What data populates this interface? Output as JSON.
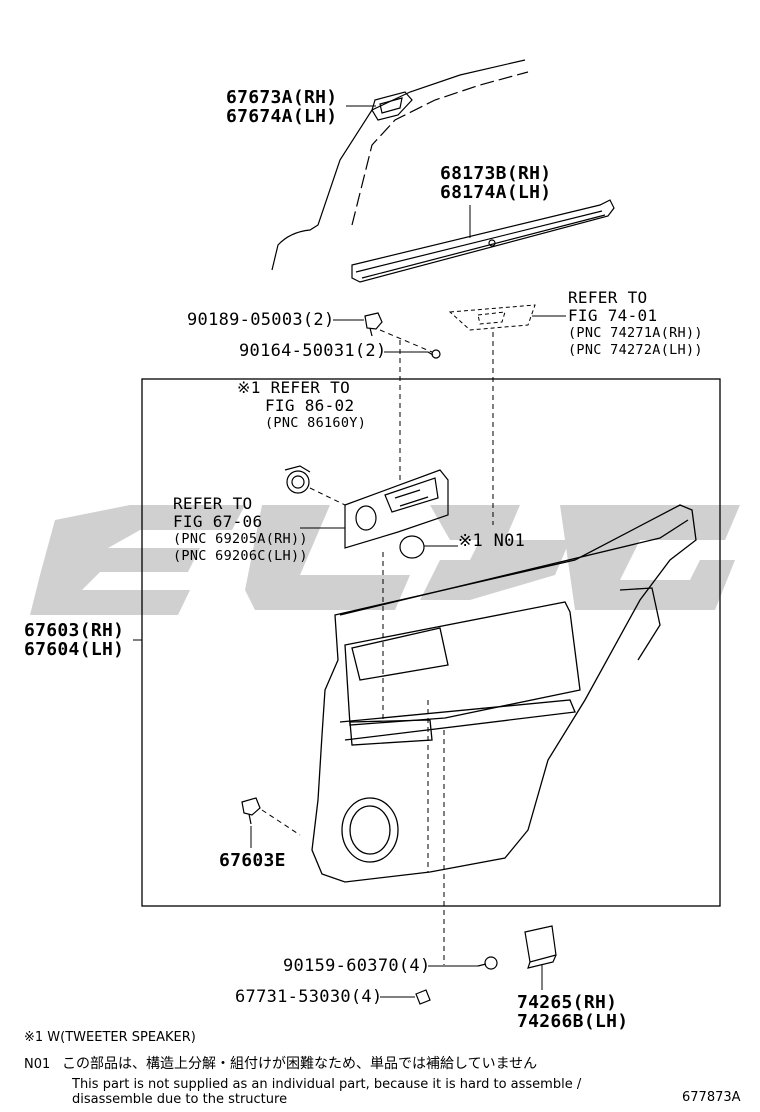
{
  "labels": {
    "p67673": [
      "67673A(RH)",
      "67674A(LH)"
    ],
    "p68173": [
      "68173B(RH)",
      "68174A(LH)"
    ],
    "p90189": "90189-05003(2)",
    "p90164": "90164-50031(2)",
    "ref7401": [
      "REFER TO",
      "FIG 74-01",
      "(PNC 74271A(RH))",
      "(PNC 74272A(LH))"
    ],
    "ref8602": [
      "※1 REFER TO",
      "FIG 86-02",
      "(PNC 86160Y)"
    ],
    "ref6706": [
      "REFER TO",
      "FIG 67-06",
      "(PNC 69205A(RH))",
      "(PNC 69206C(LH))"
    ],
    "n01": "※1 N01",
    "p67603": [
      "67603(RH)",
      "67604(LH)"
    ],
    "p67603e": "67603E",
    "p90159": "90159-60370(4)",
    "p67731": "67731-53030(4)",
    "p74265": [
      "74265(RH)",
      "74266B(LH)"
    ]
  },
  "footnotes": {
    "note1": "※1 W(TWEETER SPEAKER)",
    "n01_code": "N01",
    "n01_jp": "この部品は、構造上分解・組付けが困難なため、単品では補給していません",
    "n01_en_1": "This part is not supplied as an individual part, because it is hard to assemble /",
    "n01_en_2": "disassemble due to the structure",
    "figure_id": "677873A"
  },
  "colors": {
    "line": "#000000",
    "watermark": "#c8c8c8"
  }
}
